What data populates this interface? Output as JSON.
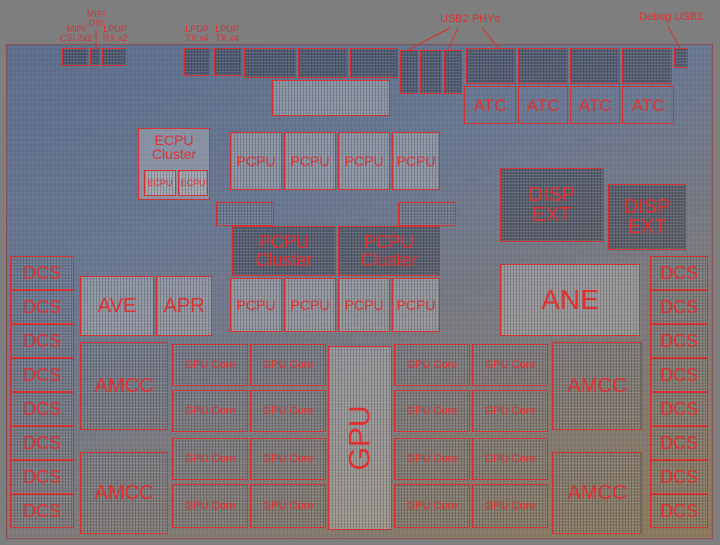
{
  "colors": {
    "label": "#e03030",
    "outline": "#d23232"
  },
  "callouts": {
    "mipi_dsi": "MIPI\nDSI",
    "mipi_csi": "MIPI\nCSI 2x2",
    "lpdp_rx": "LPDP\nRX x2",
    "lpdp_tx_a": "LPDP\nTX x4",
    "lpdp_tx_b": "LPDP\nTX x4",
    "usb2_phys": "USB2 PHYs",
    "debug_usb2": "Debug USB2"
  },
  "blocks": {
    "atc": "ATC",
    "ecpu_cluster": "ECPU\nCluster",
    "ecpu": "ECPU",
    "pcpu": "PCPU",
    "pcpu_cluster": "PCPU\nCluster",
    "disp_ext": "DISP\nEXT",
    "dcs": "DCS",
    "ave": "AVE",
    "apr": "APR",
    "ane": "ANE",
    "amcc": "AMCC",
    "gpu_core": "GPU Core",
    "gpu": "GPU"
  }
}
